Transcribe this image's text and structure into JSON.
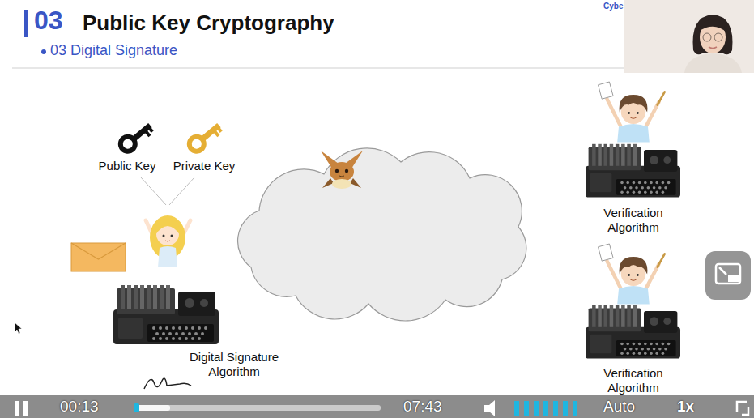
{
  "diagram": {
    "title": "Public Key Cryptography",
    "nodes": [
      {
        "text": [
          "Public Key"
        ]
      },
      {
        "text": [
          "Private Key"
        ]
      },
      {
        "text": [
          "Digital Signature Algorithm"
        ]
      },
      {
        "text": [
          "Verification Algorithm"
        ]
      },
      {
        "text": [
          "Verification Algorithm"
        ]
      }
    ],
    "labels": [
      "03",
      "03 Digital Signature",
      "Cybe",
      "00:13",
      "07:43",
      "Auto",
      "1x"
    ]
  }
}
